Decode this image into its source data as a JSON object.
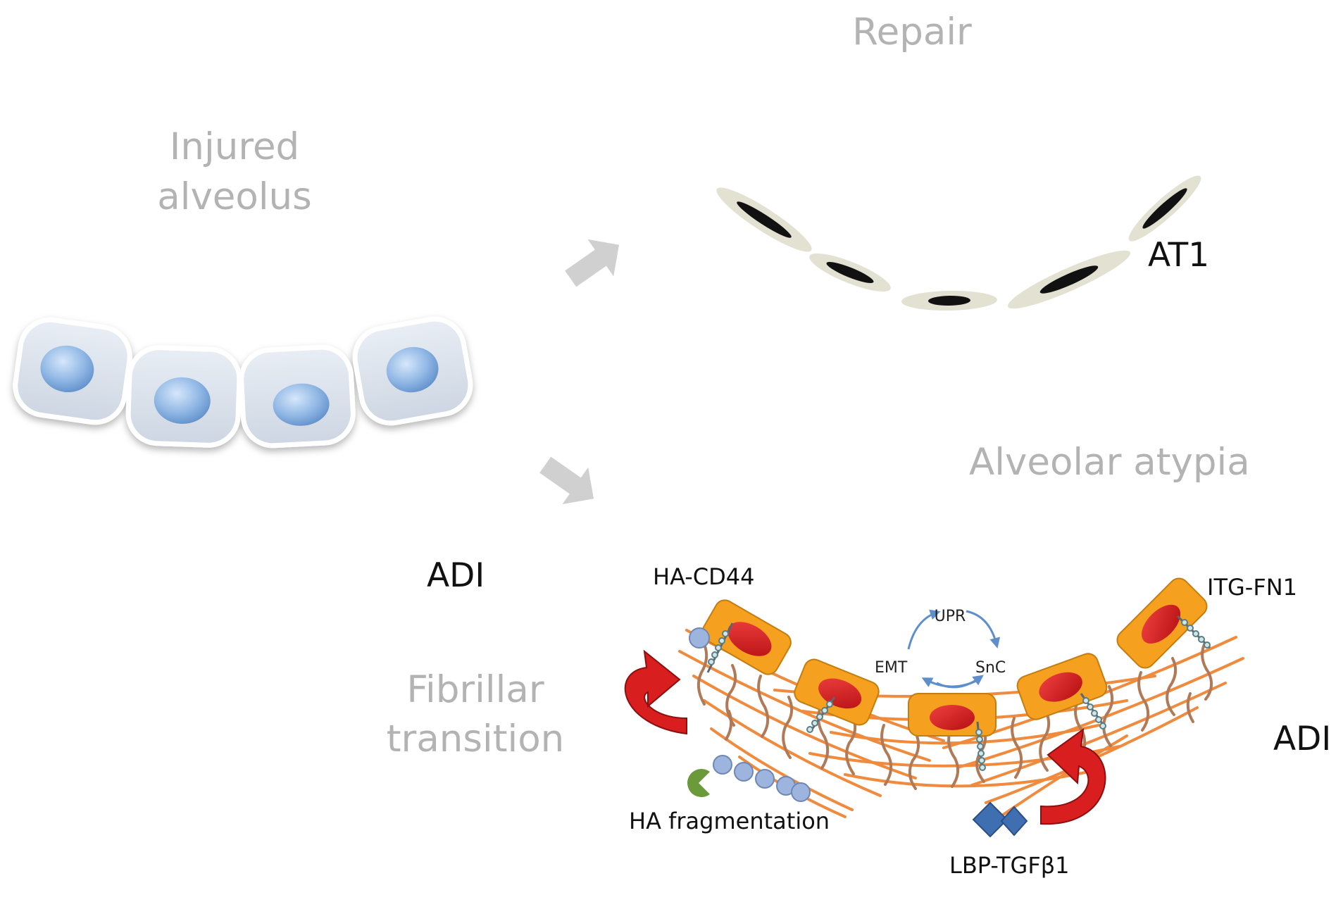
{
  "labels": {
    "repair": "Repair",
    "injured_line1": "Injured",
    "injured_line2": "alveolus",
    "at1": "AT1",
    "alveolar_atypia": "Alveolar atypia",
    "adi_left": "ADI",
    "adi_right": "ADI",
    "fibrillar_line1": "Fibrillar",
    "fibrillar_line2": "transition",
    "ha_cd44": "HA-CD44",
    "itg_fn1": "ITG-FN1",
    "upr": "UPR",
    "emt": "EMT",
    "snc": "SnC",
    "ha_fragmentation": "HA fragmentation",
    "lbp_tgfb1": "LBP-TGFβ1"
  },
  "colors": {
    "label_grey": "#b3b3b3",
    "arrow_grey": "#d0d0d0",
    "at2_cell": "#dfe6ef",
    "at2_nucleus": "#8fb6e4",
    "at1_cell": "#e3e2d2",
    "at1_nucleus": "#111111",
    "adi_cell": "#f5a01f",
    "adi_nucleus": "#d8191c",
    "fiber_orange": "#f08a3c",
    "fiber_brown": "#b07a58",
    "cycle_arrow": "#5f8fca",
    "red_arrow": "#d81e1e",
    "ha_bead": "#9cb4de",
    "cd44_green": "#6a9a3a",
    "tgfb_diamond": "#3f6fb0"
  }
}
